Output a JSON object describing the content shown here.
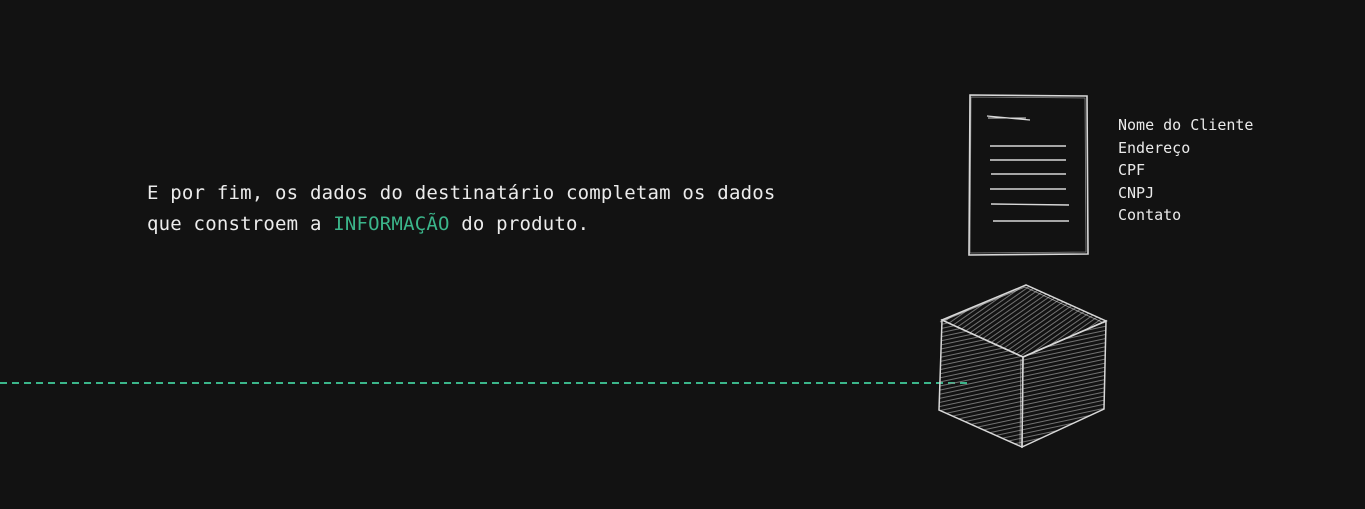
{
  "narrative": {
    "line1": "E por fim, os dados do destinatário completam os dados",
    "line2_before": "que constroem a ",
    "line2_highlight": "INFORMAÇÃO",
    "line2_after": " do produto."
  },
  "recipient_fields": [
    "Nome do Cliente",
    "Endereço",
    "CPF",
    "CNPJ",
    "Contato"
  ],
  "colors": {
    "background": "#121212",
    "text": "#ececec",
    "accent": "#3bb58a",
    "sketch_stroke": "#d8d8d8"
  }
}
